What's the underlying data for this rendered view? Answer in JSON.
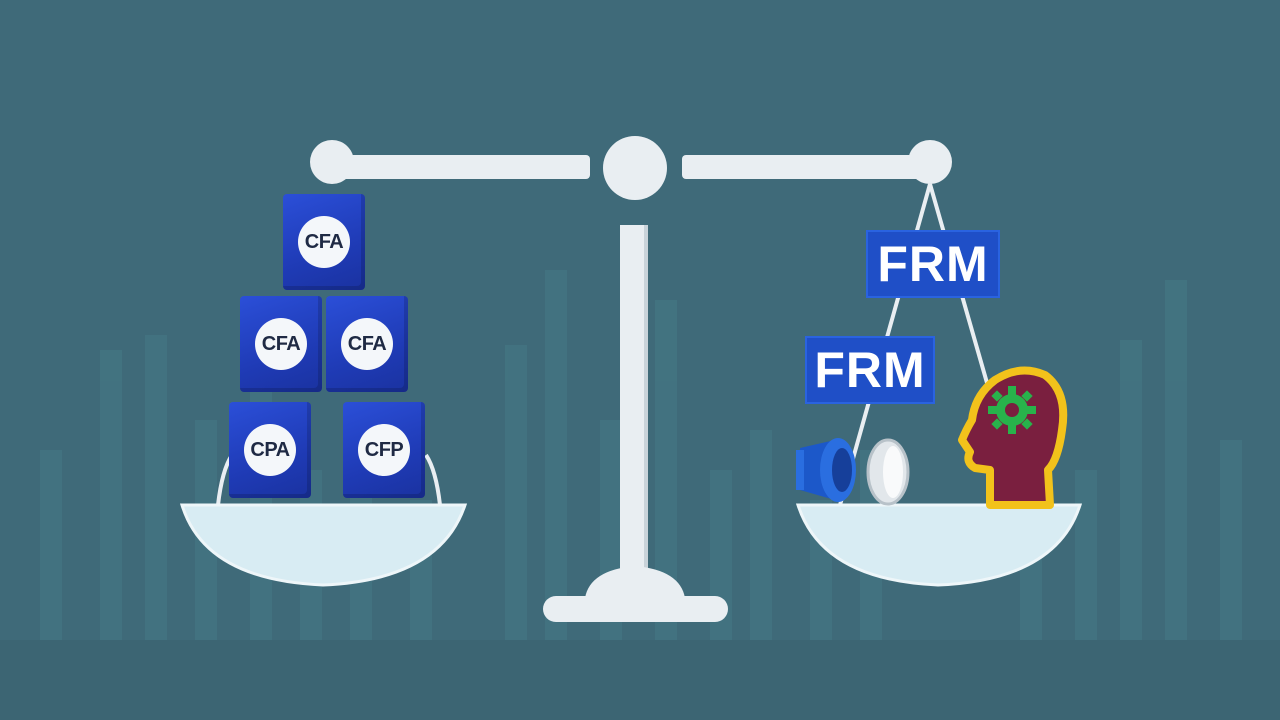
{
  "left_pan": {
    "blocks": [
      {
        "label": "CFA"
      },
      {
        "label": "CFA"
      },
      {
        "label": "CFA"
      },
      {
        "label": "CPA"
      },
      {
        "label": "CFP"
      }
    ]
  },
  "right_pan": {
    "tags": [
      {
        "label": "FRM"
      },
      {
        "label": "FRM"
      }
    ],
    "icons": [
      "megaphone-icon",
      "capsule-icon",
      "head-gear-icon"
    ]
  },
  "colors": {
    "background": "#3f6a79",
    "block_blue": "#1f3bb6",
    "tag_blue": "#1f4fc7",
    "scale_white": "#e9eef2",
    "pan_light": "#d8ecf3",
    "head_fill": "#7a1f3f",
    "head_outline": "#f2c21b",
    "gear_green": "#28b34b"
  }
}
